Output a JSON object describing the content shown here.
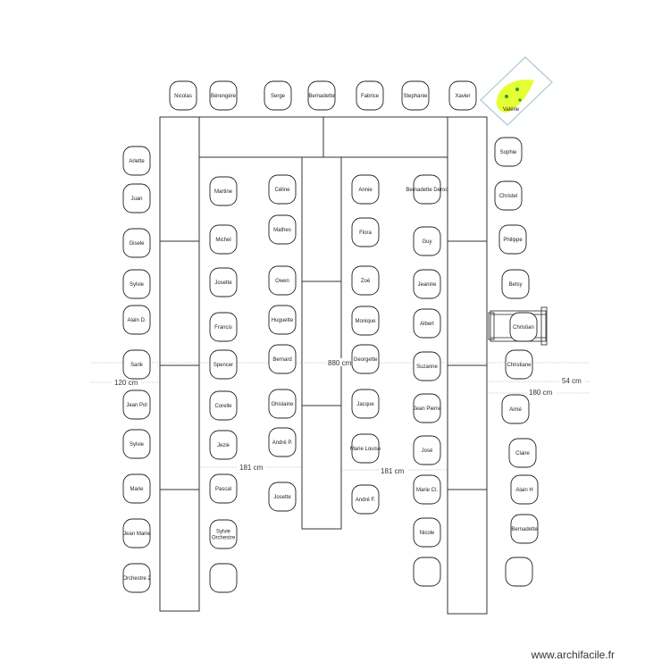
{
  "watermark": "www.archifacile.fr",
  "dimensions": {
    "left_gap": "120 cm",
    "center_length": "880 cm",
    "right_gap_small": "54 cm",
    "right_gap": "180 cm",
    "aisle_left": "181 cm",
    "aisle_right": "181 cm"
  },
  "seats": {
    "top": [
      "Nicolas",
      "Bérengère",
      "Serge",
      "Bernadette",
      "Fabrice",
      "Stephanie",
      "Xavier"
    ],
    "top_highlight": "Valérie",
    "outer_left": [
      "Arlette",
      "Juan",
      "Gisele",
      "Sylvie",
      "Alain D.",
      "Sarik",
      "Jean Pol",
      "Sylvie",
      "Marie",
      "Jean Marie",
      "Orchestre 2"
    ],
    "inner_left_a": [
      "Martine",
      "Michel",
      "Josette",
      "Francis",
      "Spencer",
      "Corelle",
      "Jezie",
      "Pascal",
      "Sylvie Orchestre",
      ""
    ],
    "inner_left_b": [
      "Céline",
      "Mathes",
      "Owen",
      "Huguette",
      "Bernard",
      "Ghislaine",
      "André P.",
      "Josette"
    ],
    "inner_right_a": [
      "Annie",
      "Flora",
      "Zoé",
      "Monique",
      "Georgette",
      "Jacque",
      "Marie Louise",
      "André F."
    ],
    "inner_right_b": [
      "Bernadette Deroo",
      "Guy",
      "Jeanine",
      "Albert",
      "Suzanne",
      "Jean Pierre",
      "José",
      "Marie Cl.",
      "Nicole",
      ""
    ],
    "outer_right": [
      "Sophie",
      "Christel",
      "Philippe",
      "Betsy",
      "Christian",
      "Christiane",
      "Aimé",
      "Claire",
      "Alain H",
      "Bernadette",
      ""
    ]
  }
}
